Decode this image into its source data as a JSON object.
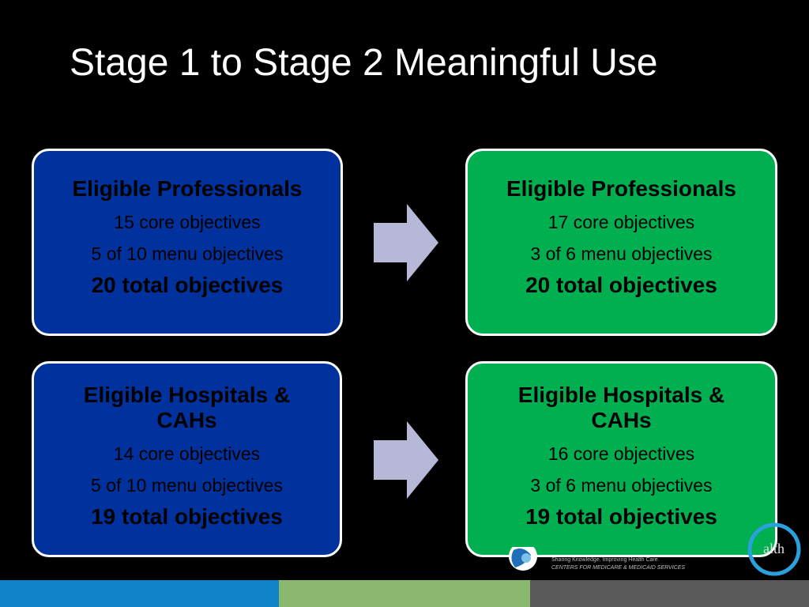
{
  "slide": {
    "title": "Stage 1 to Stage 2 Meaningful Use"
  },
  "stage1": {
    "professionals": {
      "heading": "Eligible Professionals",
      "core": "15 core objectives",
      "menu": "5 of 10 menu objectives",
      "total": "20 total objectives"
    },
    "hospitals": {
      "heading": "Eligible Hospitals & CAHs",
      "core": "14 core objectives",
      "menu": "5 of 10 menu objectives",
      "total": "19 total objectives"
    }
  },
  "stage2": {
    "professionals": {
      "heading": "Eligible Professionals",
      "core": "17 core objectives",
      "menu": "3 of 6 menu objectives",
      "total": "20 total objectives"
    },
    "hospitals": {
      "heading": "Eligible Hospitals & CAHs",
      "core": "16 core objectives",
      "menu": "3 of 6 menu objectives",
      "total": "19 total objectives"
    }
  },
  "footer": {
    "tagline": "Sharing Knowledge. Improving Health Care.",
    "agency": "CENTERS FOR MEDICARE & MEDICAID SERVICES",
    "partial_logo": "alth"
  },
  "colors": {
    "stage1_box": "#00319c",
    "stage2_box": "#00b050",
    "arrow": "#b7b8d8",
    "bar_blue": "#0f82c8",
    "bar_green": "#8ab86f",
    "bar_gray": "#595959"
  },
  "icons": {
    "arrow": "right-arrow-icon",
    "cms_logo": "cms-logo-icon",
    "health_logo": "health-logo-icon"
  }
}
